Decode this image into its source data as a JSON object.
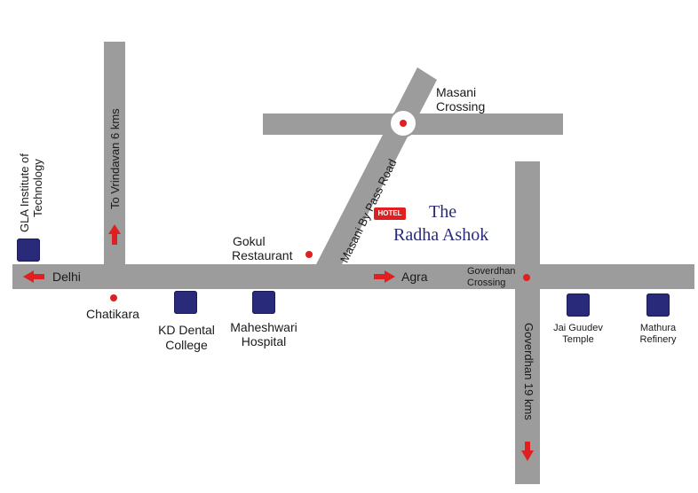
{
  "hotel_name_line1": "The",
  "hotel_name_line2": "Radha Ashok",
  "hotel_badge": "HOTEL",
  "colors": {
    "road": "#9c9c9c",
    "marker": "#e02020",
    "landmark": "#2a2a7a",
    "title": "#2a2a7a"
  },
  "roads": {
    "vrindavan": "To Vrindavan 6 kms",
    "bypass": "Masani By Pass Road",
    "goverdhan": "Goverdhan 19 kms"
  },
  "directions": {
    "delhi": "Delhi",
    "agra": "Agra"
  },
  "places": {
    "masani_crossing": [
      "Masani",
      "Crossing"
    ],
    "gokul_restaurant": [
      "Gokul",
      "Restaurant"
    ],
    "goverdhan_crossing": [
      "Goverdhan",
      "Crossing"
    ],
    "chatikara": "Chatikara",
    "gla": [
      "GLA Institute of",
      "Technology"
    ],
    "kd_dental": [
      "KD Dental",
      "College"
    ],
    "maheshwari": [
      "Maheshwari",
      "Hospital"
    ],
    "jai_guudev": [
      "Jai Guudev",
      "Temple"
    ],
    "mathura_refinery": [
      "Mathura",
      "Refinery"
    ]
  }
}
